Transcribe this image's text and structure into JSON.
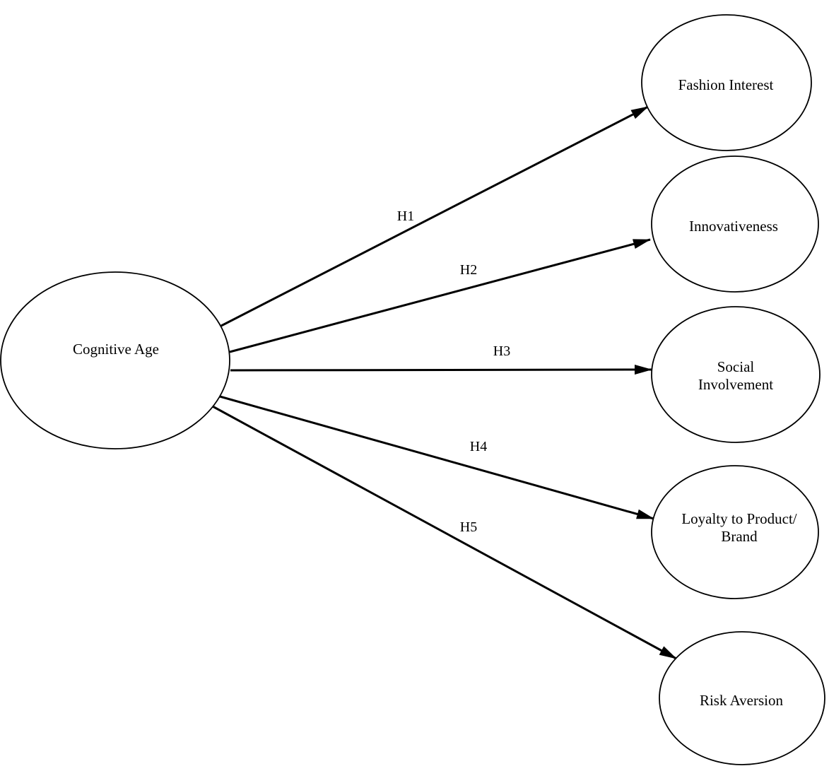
{
  "diagram": {
    "type": "path-model",
    "nodes": [
      {
        "id": "cognitive-age",
        "role": "source",
        "shape": "ellipse",
        "lines": [
          "Cognitive Age"
        ]
      },
      {
        "id": "fashion-interest",
        "role": "target",
        "shape": "ellipse",
        "lines": [
          "Fashion Interest"
        ]
      },
      {
        "id": "innovativeness",
        "role": "target",
        "shape": "ellipse",
        "lines": [
          "Innovativeness"
        ]
      },
      {
        "id": "social-involvement",
        "role": "target",
        "shape": "ellipse",
        "lines": [
          "Social",
          "Involvement"
        ]
      },
      {
        "id": "loyalty-to-product-brand",
        "role": "target",
        "shape": "ellipse",
        "lines": [
          "Loyalty to Product/",
          "Brand"
        ]
      },
      {
        "id": "risk-aversion",
        "role": "target",
        "shape": "ellipse",
        "lines": [
          "Risk Aversion"
        ]
      }
    ],
    "edges": [
      {
        "label": "H1",
        "from": "cognitive-age",
        "to": "fashion-interest"
      },
      {
        "label": "H2",
        "from": "cognitive-age",
        "to": "innovativeness"
      },
      {
        "label": "H3",
        "from": "cognitive-age",
        "to": "social-involvement"
      },
      {
        "label": "H4",
        "from": "cognitive-age",
        "to": "loyalty-to-product-brand"
      },
      {
        "label": "H5",
        "from": "cognitive-age",
        "to": "risk-aversion"
      }
    ],
    "colors": {
      "stroke": "#000000",
      "text": "#000000",
      "background": "#ffffff"
    }
  }
}
